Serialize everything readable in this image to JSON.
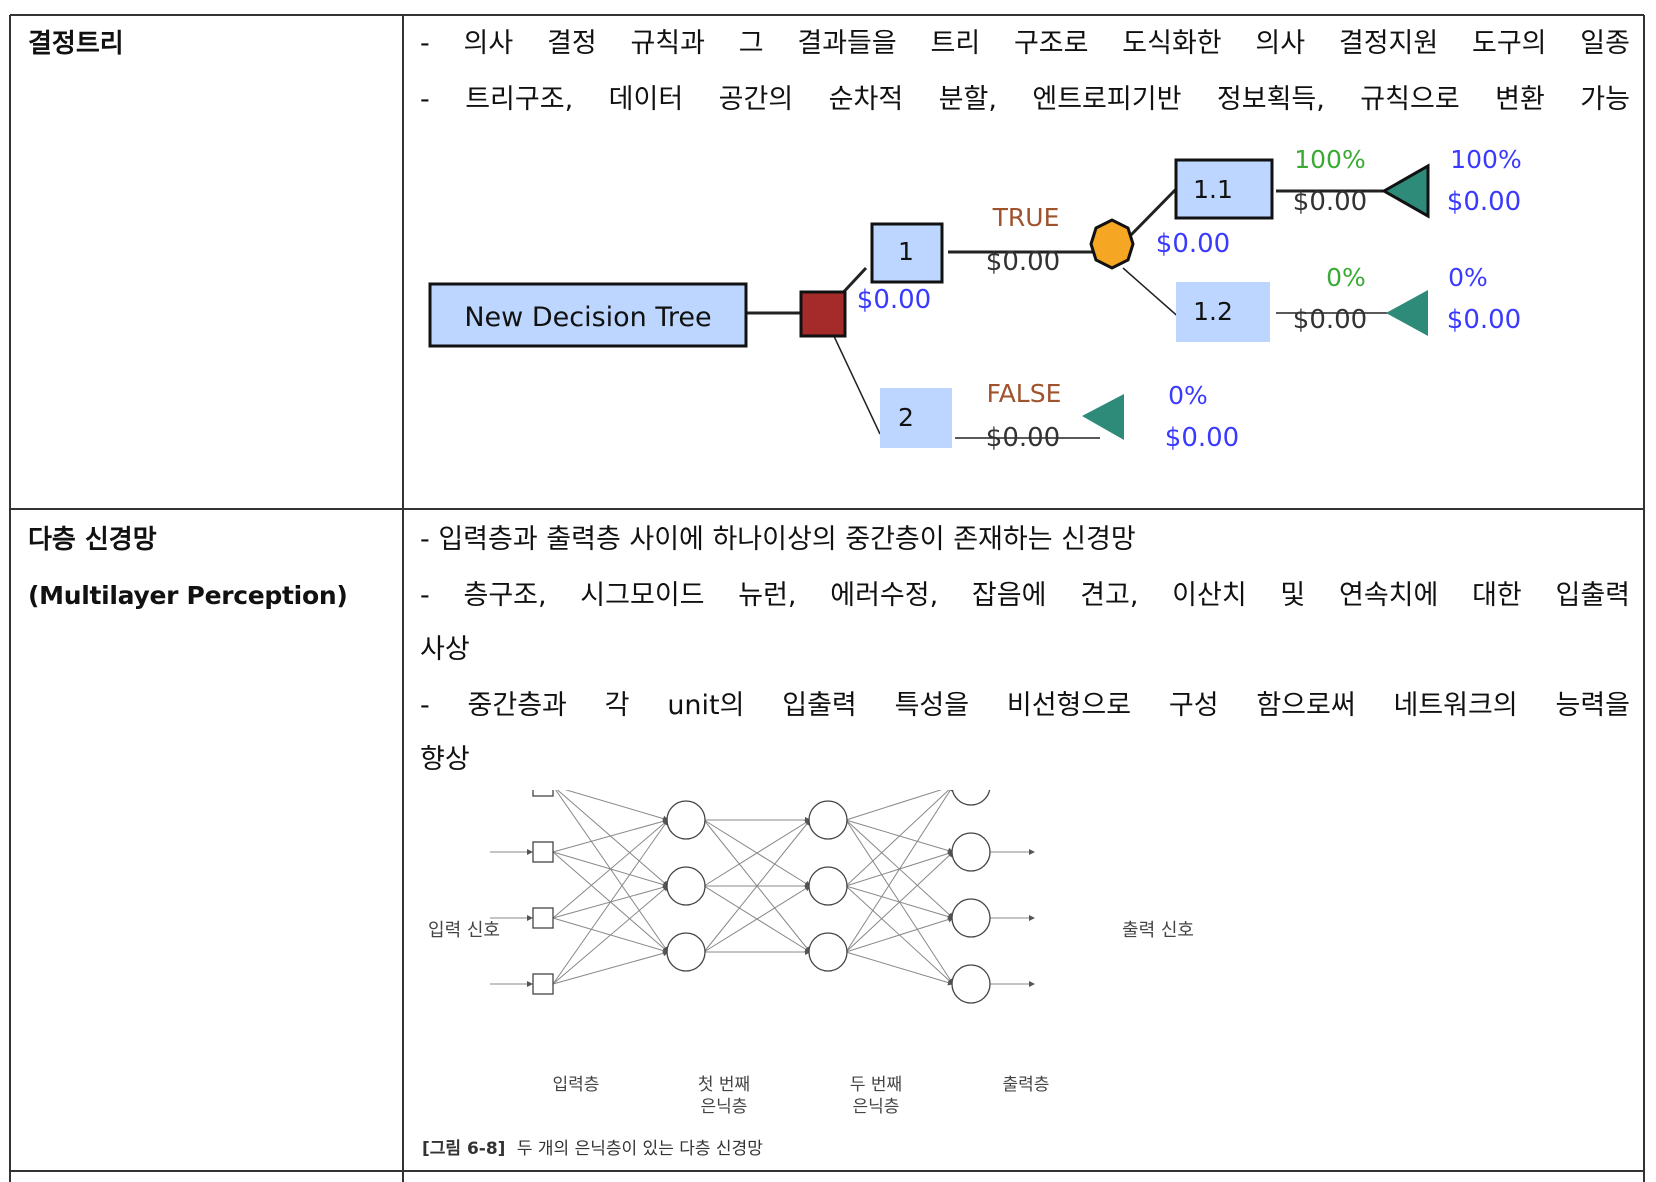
{
  "rows": [
    {
      "term": "결정트리",
      "lines": [
        "- 의사 결정 규칙과 그 결과들을 트리 구조로 도식화한 의사 결정지원 도구의 일종",
        "- 트리구조, 데이터 공간의 순차적 분할, 엔트로피기반 정보획득, 규칙으로 변환 가능"
      ],
      "tree": {
        "root": "New Decision Tree",
        "decision_value": "$0.00",
        "branch_true": {
          "node": "1",
          "label": "TRUE",
          "value": "$0.00"
        },
        "chance_value": "$0.00",
        "branch_true_1": {
          "node": "1.1",
          "prob": "100%",
          "value": "$0.00",
          "end_prob": "100%",
          "end_value": "$0.00"
        },
        "branch_true_2": {
          "node": "1.2",
          "prob": "0%",
          "value": "$0.00",
          "end_prob": "0%",
          "end_value": "$0.00"
        },
        "branch_false": {
          "node": "2",
          "label": "FALSE",
          "value": "$0.00",
          "end_prob": "0%",
          "end_value": "$0.00"
        },
        "colors": {
          "box_fill": "#bcd6ff",
          "decision": "#a52a2a",
          "chance": "#f5a623",
          "terminal": "#2e8b7a",
          "label": "#a0522d",
          "prob_green": "#3aaa35",
          "value_blue": "#3a3aff"
        }
      }
    },
    {
      "term": "다층 신경망",
      "term_sub": "(Multilayer Perception)",
      "lines": [
        "- 입력층과 출력층 사이에 하나이상의 중간층이 존재하는 신경망",
        "- 층구조, 시그모이드 뉴런, 에러수정, 잡음에 견고, 이산치 및 연속치에 대한 입출력",
        "사상",
        "- 중간층과 각 unit의 입출력 특성을 비선형으로 구성 함으로써 네트워크의 능력을",
        "향상"
      ],
      "network": {
        "input_signal": "입력 신호",
        "output_signal": "출력 신호",
        "layer_input": "입력층",
        "layer_hidden1_a": "첫 번째",
        "layer_hidden1_b": "은닉층",
        "layer_hidden2_a": "두 번째",
        "layer_hidden2_b": "은닉층",
        "layer_output": "출력층",
        "caption_tag": "[그림 6-8]",
        "caption_text": "두 개의 은닉층이 있는 다층 신경망"
      }
    }
  ]
}
